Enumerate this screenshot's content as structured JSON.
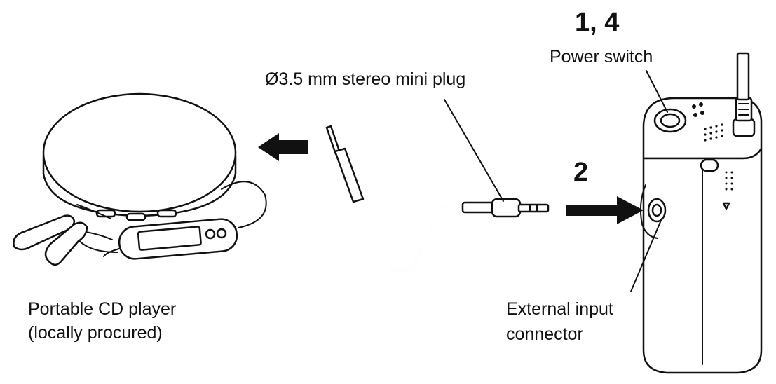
{
  "labels": {
    "step_power": "1, 4",
    "power_switch": "Power switch",
    "plug": "Ø3.5 mm stereo mini plug",
    "step_connect": "2",
    "cd_player_line1": "Portable CD player",
    "cd_player_line2": "(locally procured)",
    "input_line1": "External input",
    "input_line2": "connector"
  }
}
